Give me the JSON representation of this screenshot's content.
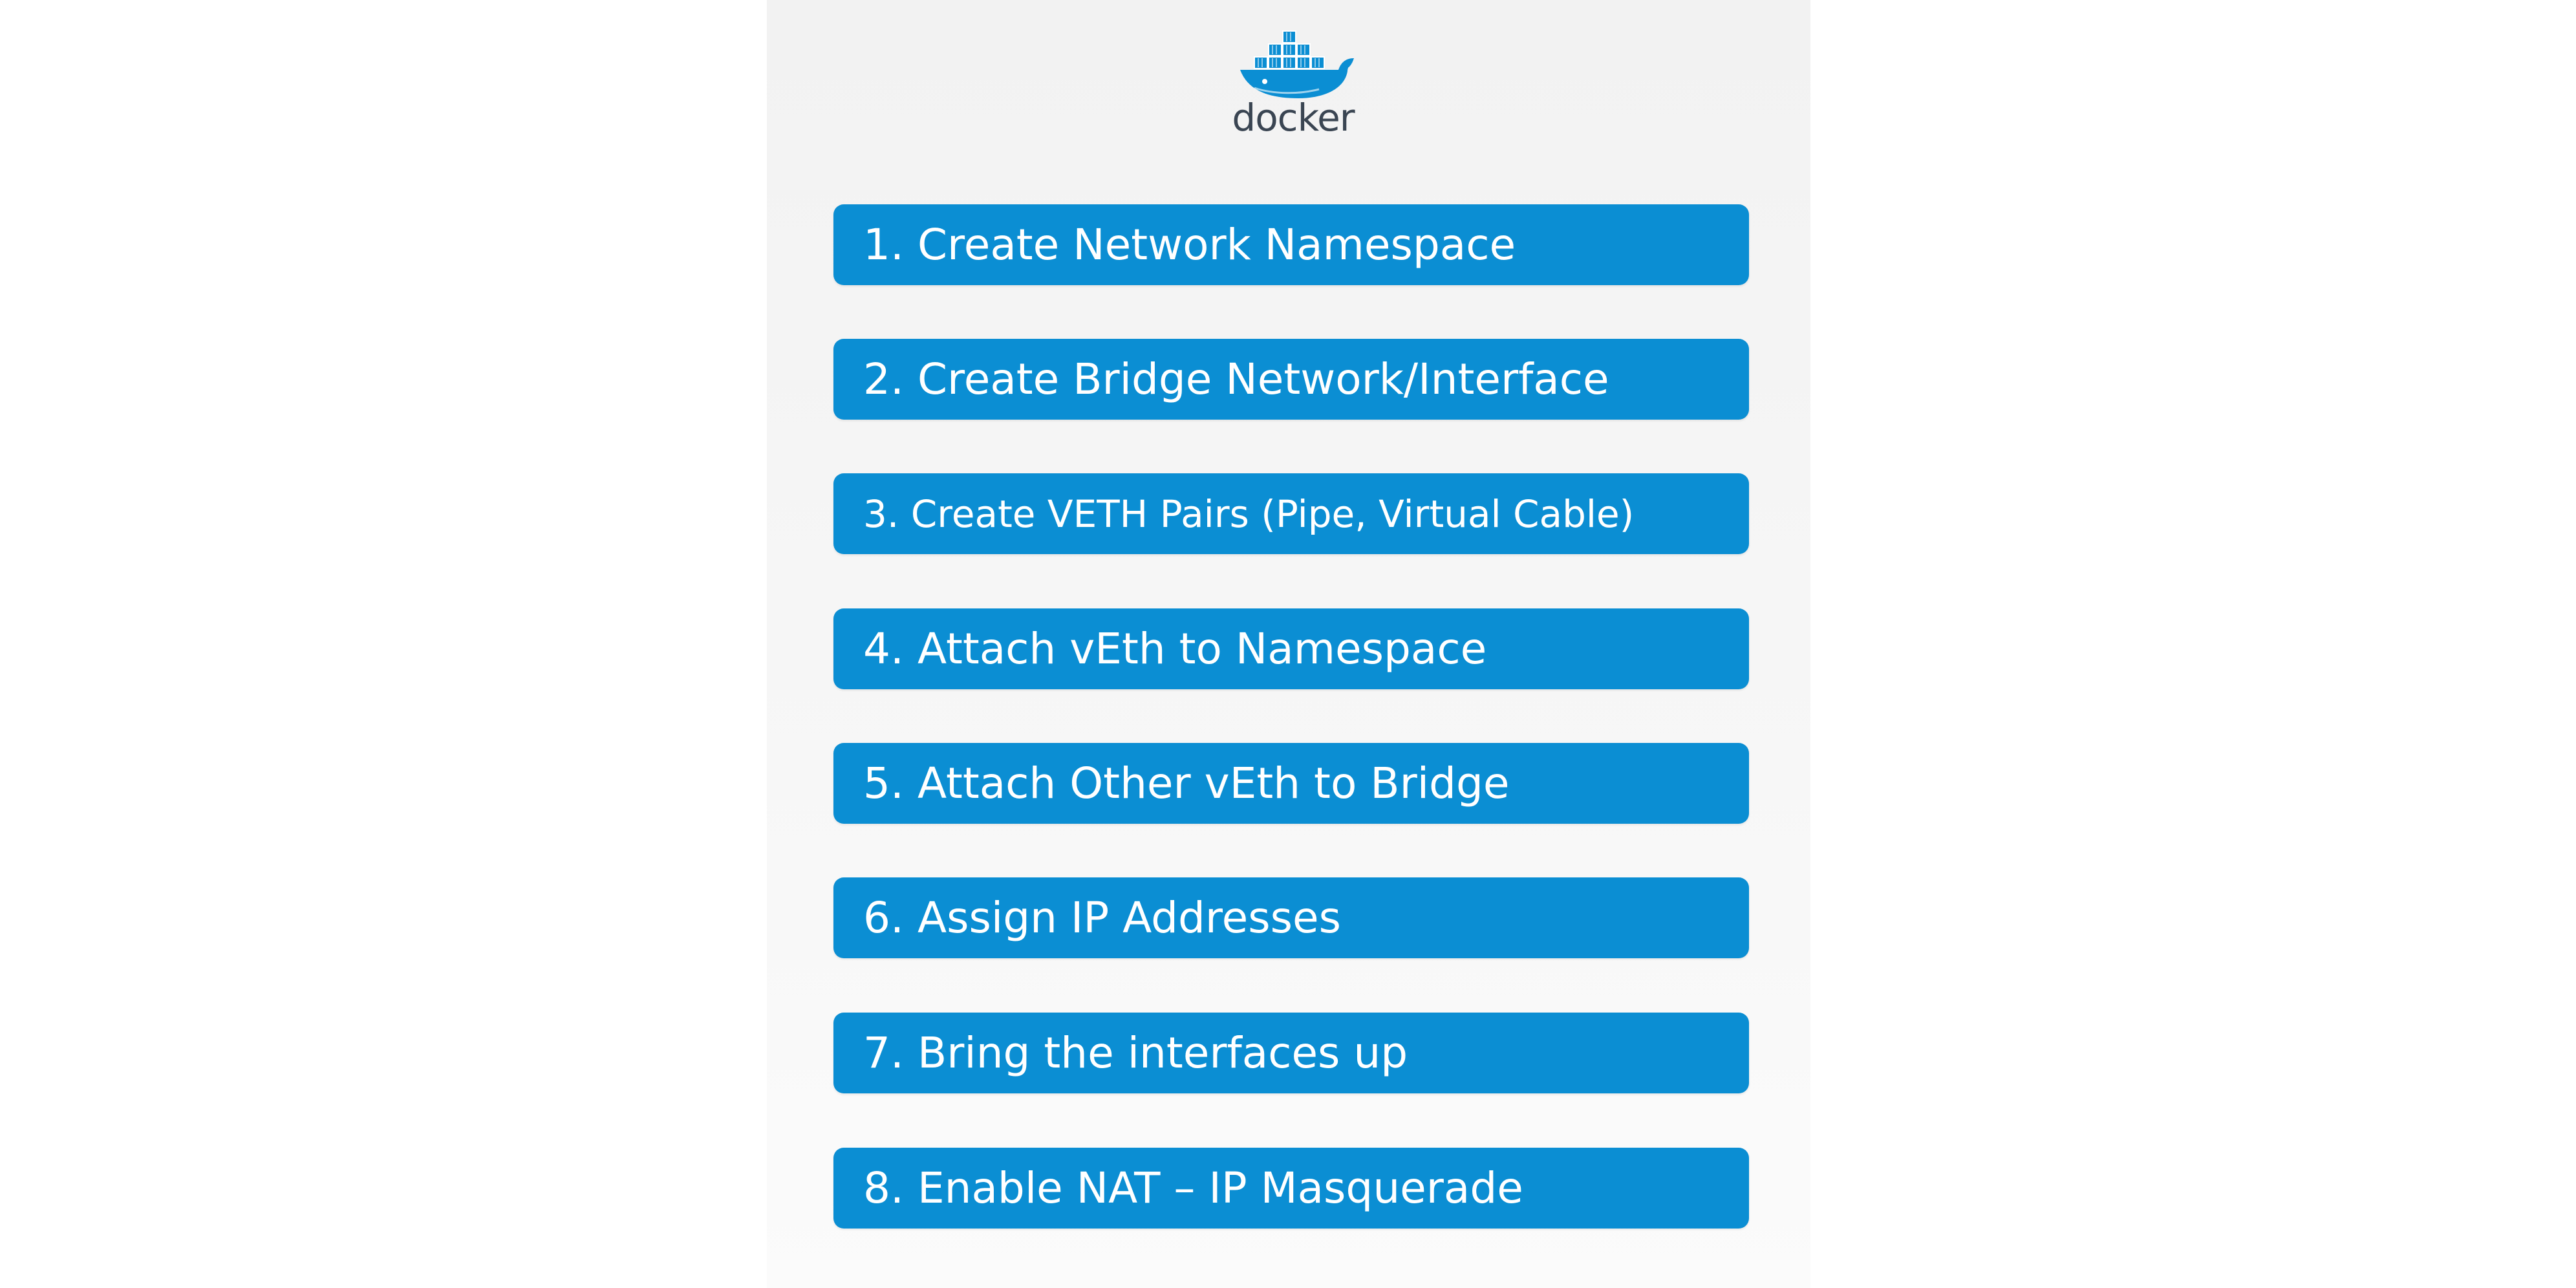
{
  "logo": {
    "text": "docker",
    "icon": "docker-whale-icon",
    "color": "#0b8ed3"
  },
  "steps": [
    "1. Create Network Namespace",
    "2. Create Bridge Network/Interface",
    "3. Create VETH Pairs (Pipe, Virtual Cable)",
    "4. Attach vEth to Namespace",
    "5. Attach Other vEth to Bridge",
    "6. Assign IP Addresses",
    "7. Bring the interfaces up",
    "8. Enable NAT – IP Masquerade"
  ],
  "colors": {
    "step_background": "#0b8ed3",
    "step_text": "#ffffff",
    "slide_background": "#f2f2f2"
  }
}
